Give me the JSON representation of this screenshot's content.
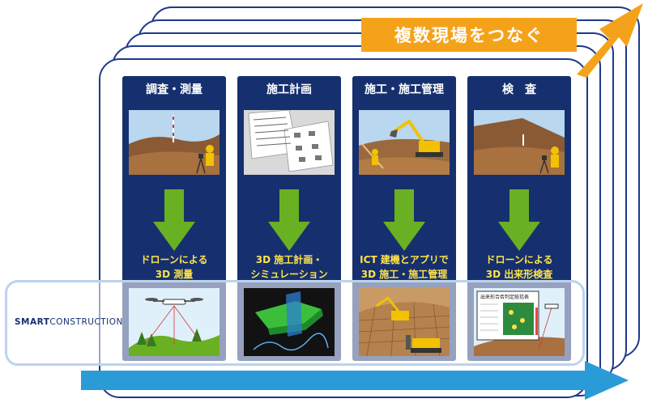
{
  "banner": {
    "label": "複数現場をつなぐ"
  },
  "logo": {
    "bold": "SMART",
    "rest": "CONSTRUCTION"
  },
  "phases": [
    {
      "title": "調査・測量",
      "tech_line1": "ドローンによる",
      "tech_line2": "3D 測量"
    },
    {
      "title": "施工計画",
      "tech_line1": "3D 施工計画・",
      "tech_line2": "シミュレーション"
    },
    {
      "title": "施工・施工管理",
      "tech_line1": "ICT 建機とアプリで",
      "tech_line2": "3D 施工・施工管理"
    },
    {
      "title": "検　査",
      "tech_line1": "ドローンによる",
      "tech_line2": "3D 出来形検査"
    }
  ],
  "inspection_screen": {
    "title": "出来形合否判定総括表"
  },
  "colors": {
    "panel": "#16306f",
    "accent_orange": "#f5a21b",
    "arrow_green": "#6ab023",
    "tech_yellow": "#ffe34a",
    "flow_blue": "#2b9bd8",
    "band_border": "#bcd3ec"
  }
}
